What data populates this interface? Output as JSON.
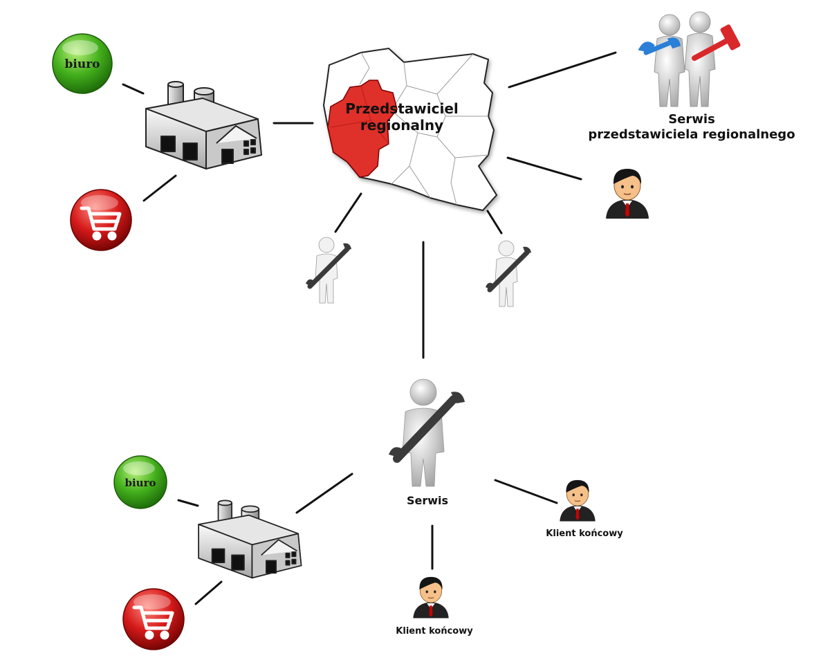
{
  "regional_rep": {
    "label_line1": "Przedstawiciel",
    "label_line2": "regionalny"
  },
  "regional_service": {
    "label_line1": "Serwis",
    "label_line2": "przedstawiciela regionalnego"
  },
  "service": {
    "label": "Serwis"
  },
  "end_client": {
    "label": "Klient końcowy"
  },
  "office": {
    "label": "biuro"
  },
  "colors": {
    "office_green": "#3aa317",
    "shop_red": "#d61a1a",
    "map_region_red": "#e0302a",
    "suit_dark": "#222222",
    "tie_red": "#cc0000",
    "connector": "#111111"
  },
  "icons": [
    "globe-office-icon",
    "shopping-cart-icon",
    "factory-icon",
    "poland-map-icon",
    "mechanics-team-icon",
    "mechanic-icon",
    "client-person-icon"
  ]
}
